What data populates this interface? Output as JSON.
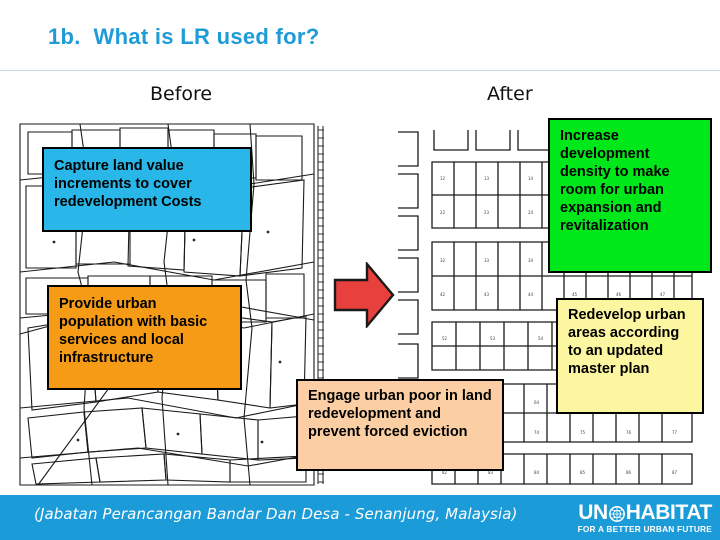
{
  "slide": {
    "title": "1b.  What is LR used for?",
    "title_color": "#1f9bd8"
  },
  "columns": {
    "before_label": "Before",
    "after_label": "After"
  },
  "arrow": {
    "name": "red-right-arrow",
    "color": "#e8403c"
  },
  "callouts": [
    {
      "id": "capture-land-value",
      "text": "Capture land value increments to cover redevelopment Costs",
      "color": "#29b6e8"
    },
    {
      "id": "provide-urban-population",
      "text": "Provide urban population with basic services and local infrastructure",
      "color": "#f59b16"
    },
    {
      "id": "engage-urban-poor",
      "text": "Engage urban  poor in land redevelopment and prevent  forced eviction",
      "color": "#fbcfa3"
    },
    {
      "id": "increase-development-density",
      "text": "Increase development density to make room for urban expansion and revitalization",
      "color": "#00e819"
    },
    {
      "id": "redevelop-urban-areas",
      "text": "Redevelop urban areas according to an updated master plan",
      "color": "#fcf6a0"
    }
  ],
  "footer": {
    "caption": "(Jabatan Perancangan Bandar Dan Desa - Senanjung, Malaysia)",
    "background": "#1b9bd7",
    "logo_main_left": "UN",
    "logo_main_right": "HABITAT",
    "logo_tagline": "FOR A BETTER URBAN FUTURE"
  }
}
